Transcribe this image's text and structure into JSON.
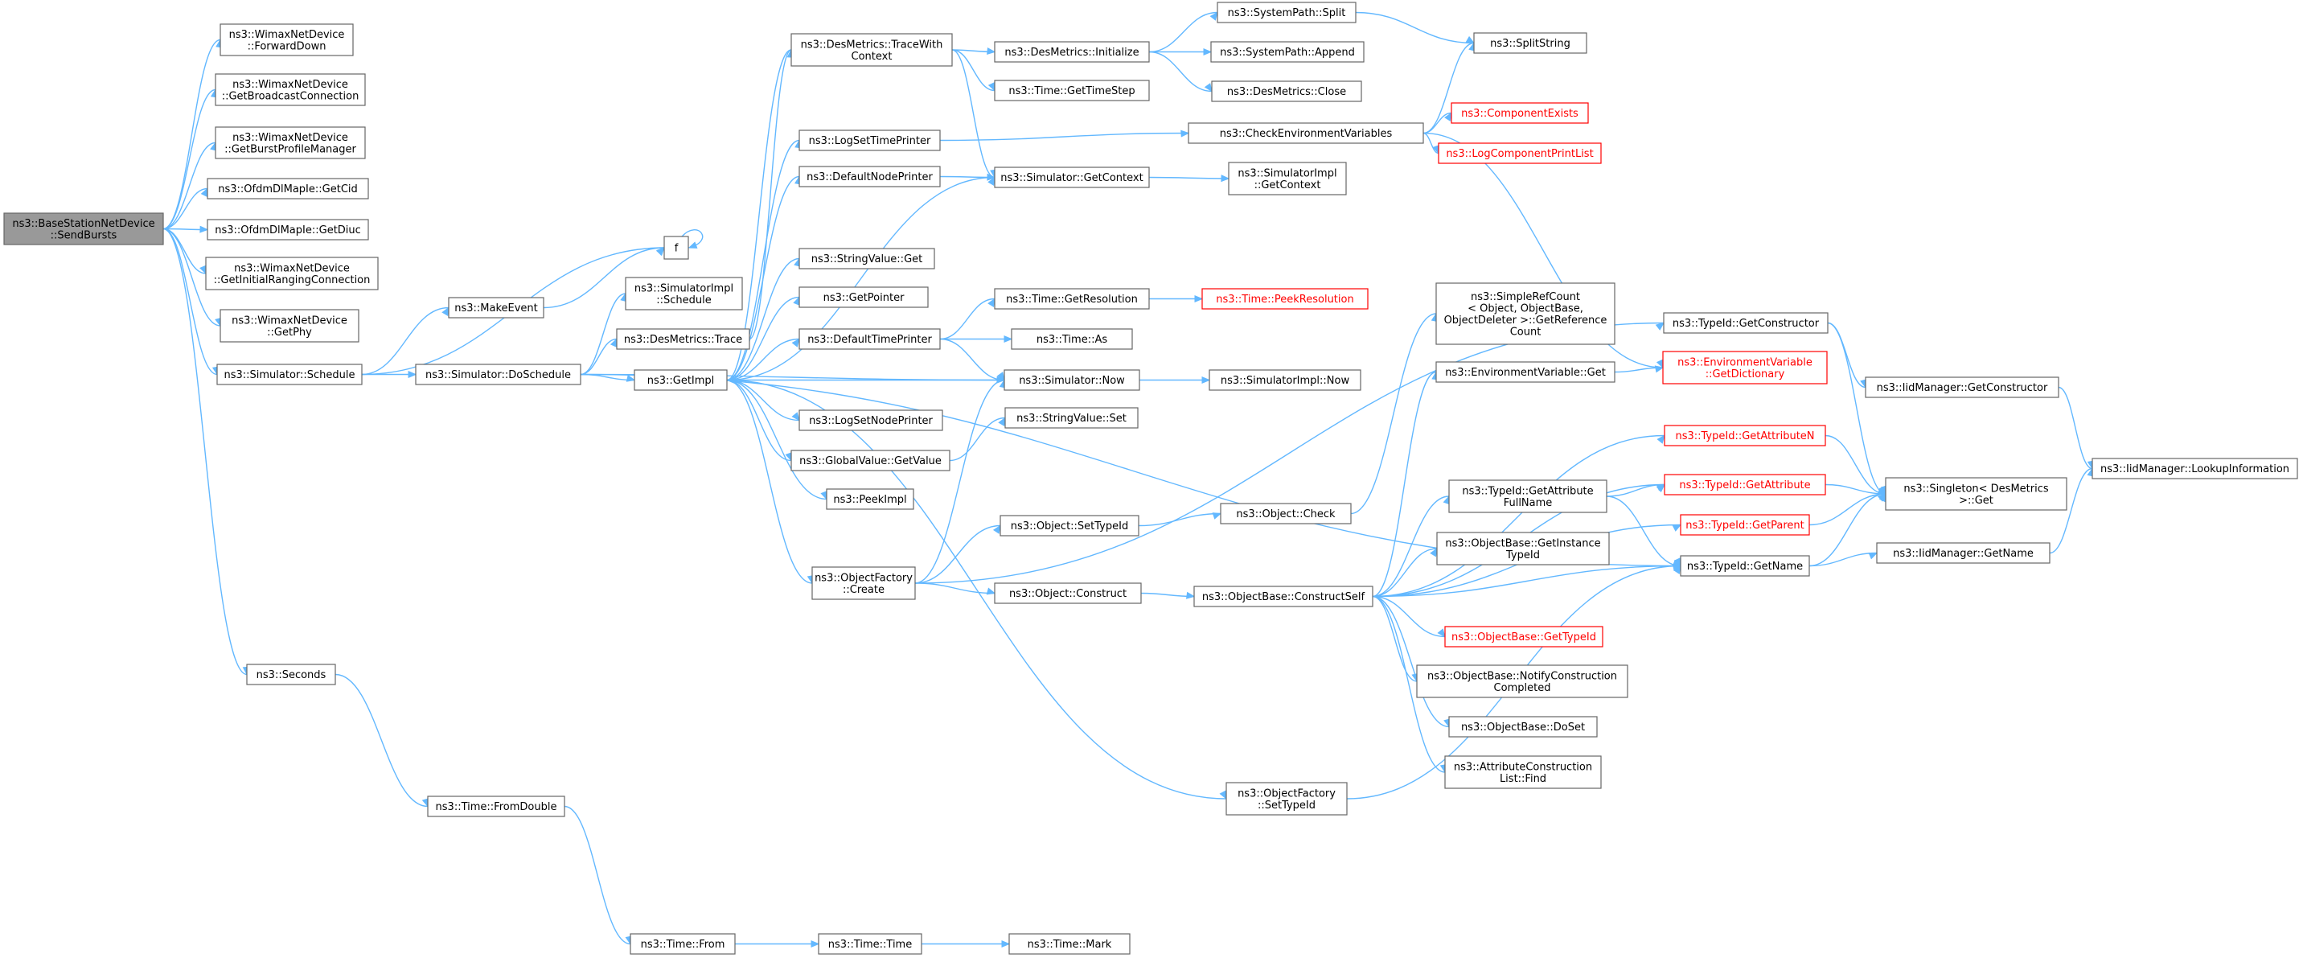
{
  "diagram": {
    "nodes": [
      {
        "id": "send",
        "label": [
          "ns3::BaseStationNetDevice",
          "::SendBursts"
        ],
        "kind": "root"
      },
      {
        "id": "fwd",
        "label": [
          "ns3::WimaxNetDevice",
          "::ForwardDown"
        ]
      },
      {
        "id": "bcast",
        "label": [
          "ns3::WimaxNetDevice",
          "::GetBroadcastConnection"
        ]
      },
      {
        "id": "burst",
        "label": [
          "ns3::WimaxNetDevice",
          "::GetBurstProfileManager"
        ]
      },
      {
        "id": "dlcid",
        "label": [
          "ns3::OfdmDlMapIe::GetCid"
        ]
      },
      {
        "id": "dldiuc",
        "label": [
          "ns3::OfdmDlMapIe::GetDiuc"
        ]
      },
      {
        "id": "ranging",
        "label": [
          "ns3::WimaxNetDevice",
          "::GetInitialRangingConnection"
        ]
      },
      {
        "id": "phy",
        "label": [
          "ns3::WimaxNetDevice",
          "::GetPhy"
        ]
      },
      {
        "id": "sched",
        "label": [
          "ns3::Simulator::Schedule"
        ]
      },
      {
        "id": "seconds",
        "label": [
          "ns3::Seconds"
        ]
      },
      {
        "id": "f",
        "label": [
          "f"
        ]
      },
      {
        "id": "mkev",
        "label": [
          "ns3::MakeEvent"
        ]
      },
      {
        "id": "dosched",
        "label": [
          "ns3::Simulator::DoSchedule"
        ]
      },
      {
        "id": "implsched",
        "label": [
          "ns3::SimulatorImpl",
          "::Schedule"
        ]
      },
      {
        "id": "dmtrace",
        "label": [
          "ns3::DesMetrics::Trace"
        ]
      },
      {
        "id": "getimpl",
        "label": [
          "ns3::GetImpl"
        ]
      },
      {
        "id": "dmtw",
        "label": [
          "ns3::DesMetrics::TraceWith",
          "Context"
        ]
      },
      {
        "id": "logtp",
        "label": [
          "ns3::LogSetTimePrinter"
        ]
      },
      {
        "id": "dnp",
        "label": [
          "ns3::DefaultNodePrinter"
        ]
      },
      {
        "id": "svget",
        "label": [
          "ns3::StringValue::Get"
        ]
      },
      {
        "id": "getptr",
        "label": [
          "ns3::GetPointer"
        ]
      },
      {
        "id": "dtp",
        "label": [
          "ns3::DefaultTimePrinter"
        ]
      },
      {
        "id": "logsnp",
        "label": [
          "ns3::LogSetNodePrinter"
        ]
      },
      {
        "id": "gvget",
        "label": [
          "ns3::GlobalValue::GetValue"
        ]
      },
      {
        "id": "peek",
        "label": [
          "ns3::PeekImpl"
        ]
      },
      {
        "id": "ofcreate",
        "label": [
          "ns3::ObjectFactory",
          "::Create"
        ]
      },
      {
        "id": "dminit",
        "label": [
          "ns3::DesMetrics::Initialize"
        ]
      },
      {
        "id": "timestep",
        "label": [
          "ns3::Time::GetTimeStep"
        ]
      },
      {
        "id": "simctx",
        "label": [
          "ns3::Simulator::GetContext"
        ]
      },
      {
        "id": "getres",
        "label": [
          "ns3::Time::GetResolution"
        ]
      },
      {
        "id": "timeas",
        "label": [
          "ns3::Time::As"
        ]
      },
      {
        "id": "simnow",
        "label": [
          "ns3::Simulator::Now"
        ]
      },
      {
        "id": "svset",
        "label": [
          "ns3::StringValue::Set"
        ]
      },
      {
        "id": "objst",
        "label": [
          "ns3::Object::SetTypeId"
        ]
      },
      {
        "id": "objcon",
        "label": [
          "ns3::Object::Construct"
        ]
      },
      {
        "id": "ofst",
        "label": [
          "ns3::ObjectFactory",
          "::SetTypeId"
        ]
      },
      {
        "id": "fromd",
        "label": [
          "ns3::Time::FromDouble"
        ]
      },
      {
        "id": "from",
        "label": [
          "ns3::Time::From"
        ]
      },
      {
        "id": "ttime",
        "label": [
          "ns3::Time::Time"
        ]
      },
      {
        "id": "mark",
        "label": [
          "ns3::Time::Mark"
        ]
      },
      {
        "id": "split",
        "label": [
          "ns3::SystemPath::Split"
        ]
      },
      {
        "id": "append",
        "label": [
          "ns3::SystemPath::Append"
        ]
      },
      {
        "id": "dmclose",
        "label": [
          "ns3::DesMetrics::Close"
        ]
      },
      {
        "id": "cev",
        "label": [
          "ns3::CheckEnvironmentVariables"
        ]
      },
      {
        "id": "implctx",
        "label": [
          "ns3::SimulatorImpl",
          "::GetContext"
        ]
      },
      {
        "id": "peekres",
        "label": [
          "ns3::Time::PeekResolution"
        ],
        "kind": "red"
      },
      {
        "id": "implnow",
        "label": [
          "ns3::SimulatorImpl::Now"
        ]
      },
      {
        "id": "objcheck",
        "label": [
          "ns3::Object::Check"
        ]
      },
      {
        "id": "obcs",
        "label": [
          "ns3::ObjectBase::ConstructSelf"
        ]
      },
      {
        "id": "splitstr",
        "label": [
          "ns3::SplitString"
        ]
      },
      {
        "id": "compex",
        "label": [
          "ns3::ComponentExists"
        ],
        "kind": "red"
      },
      {
        "id": "logcpl",
        "label": [
          "ns3::LogComponentPrintList"
        ],
        "kind": "red"
      },
      {
        "id": "srcount",
        "label": [
          "ns3::SimpleRefCount",
          "< Object, ObjectBase,",
          "ObjectDeleter >::GetReference",
          "Count"
        ]
      },
      {
        "id": "envget",
        "label": [
          "ns3::EnvironmentVariable::Get"
        ]
      },
      {
        "id": "tigafn",
        "label": [
          "ns3::TypeId::GetAttribute",
          "FullName"
        ]
      },
      {
        "id": "obgit",
        "label": [
          "ns3::ObjectBase::GetInstance",
          "TypeId"
        ]
      },
      {
        "id": "obgti",
        "label": [
          "ns3::ObjectBase::GetTypeId"
        ],
        "kind": "red"
      },
      {
        "id": "obnc",
        "label": [
          "ns3::ObjectBase::NotifyConstruction",
          "Completed"
        ]
      },
      {
        "id": "obdoset",
        "label": [
          "ns3::ObjectBase::DoSet"
        ]
      },
      {
        "id": "aclfind",
        "label": [
          "ns3::AttributeConstruction",
          "List::Find"
        ]
      },
      {
        "id": "tigc",
        "label": [
          "ns3::TypeId::GetConstructor"
        ]
      },
      {
        "id": "envdict",
        "label": [
          "ns3::EnvironmentVariable",
          "::GetDictionary"
        ],
        "kind": "red"
      },
      {
        "id": "tigan",
        "label": [
          "ns3::TypeId::GetAttributeN"
        ],
        "kind": "red"
      },
      {
        "id": "tiga",
        "label": [
          "ns3::TypeId::GetAttribute"
        ],
        "kind": "red"
      },
      {
        "id": "tigp",
        "label": [
          "ns3::TypeId::GetParent"
        ],
        "kind": "red"
      },
      {
        "id": "tign",
        "label": [
          "ns3::TypeId::GetName"
        ]
      },
      {
        "id": "iidgc",
        "label": [
          "ns3::IidManager::GetConstructor"
        ]
      },
      {
        "id": "singleton",
        "label": [
          "ns3::Singleton< DesMetrics",
          " >::Get"
        ]
      },
      {
        "id": "iidgn",
        "label": [
          "ns3::IidManager::GetName"
        ]
      },
      {
        "id": "iidlookup",
        "label": [
          "ns3::IidManager::LookupInformation"
        ]
      }
    ]
  }
}
